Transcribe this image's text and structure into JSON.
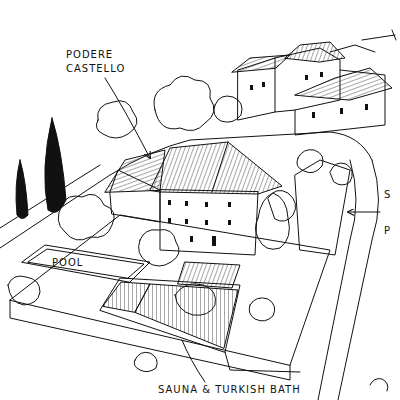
{
  "diagram": {
    "labels": [
      "PODERE CASTELLO",
      "POOL",
      "SAUNA & TURKISH BATH",
      "S",
      "P"
    ]
  }
}
